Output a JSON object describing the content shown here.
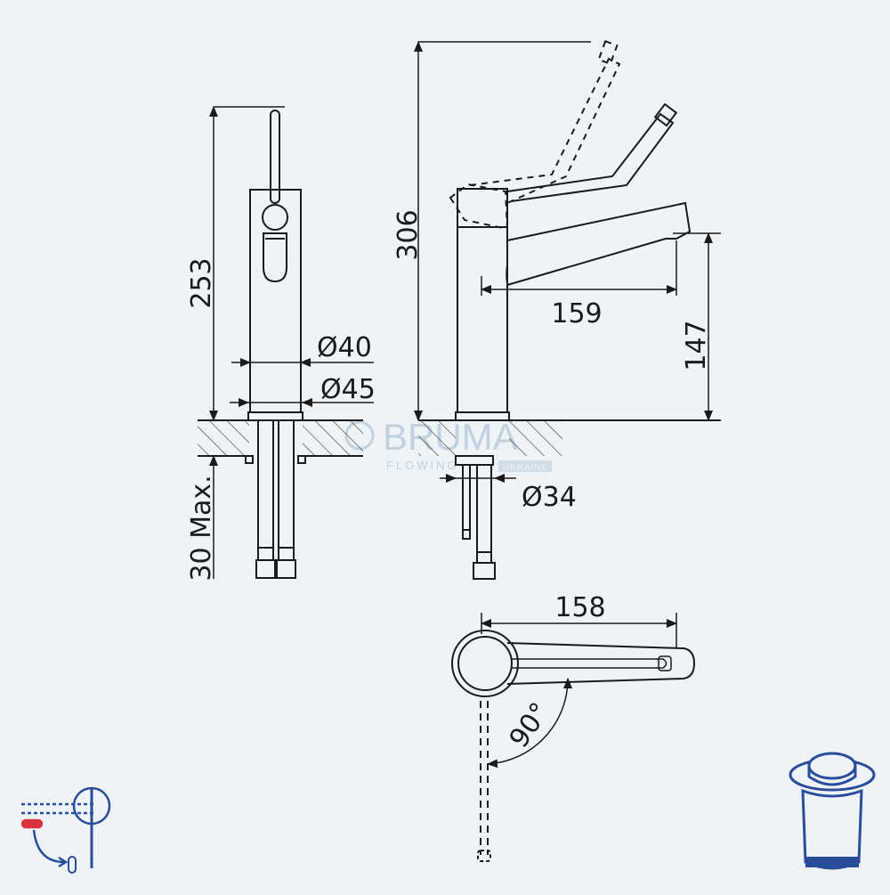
{
  "dimensions": {
    "front_height": "253",
    "side_height": "306",
    "reach": "159",
    "spout_height": "147",
    "d40": "Ø40",
    "d45": "Ø45",
    "d34": "Ø34",
    "max_thickness": "30 Max.",
    "top_length": "158",
    "angle": "90°"
  },
  "watermark": {
    "brand": "BRUMA",
    "tagline": "FLOWING",
    "region": "UKRAINE"
  },
  "colors": {
    "background": "#eef3f8",
    "line": "#1a1a1a",
    "icon_blue": "#2a4d9b",
    "icon_red": "#d9333f",
    "watermark": "#9fb6cc"
  },
  "icons": {
    "lever_icon": "lever-mixer-temperature-icon",
    "waste_icon": "click-clack-waste-icon"
  }
}
